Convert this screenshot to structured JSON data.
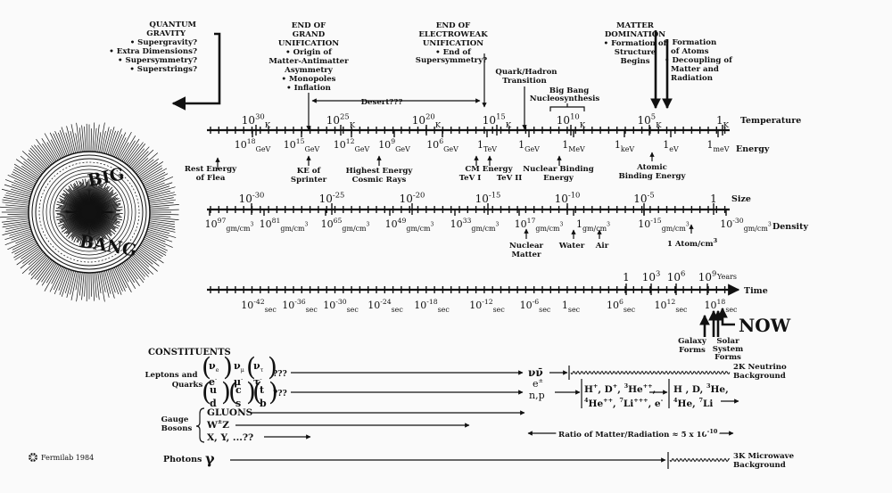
{
  "labels": {
    "quantum_gravity": [
      "QUANTUM",
      "GRAVITY",
      "• Supergravity?",
      "• Extra Dimensions?",
      "• Supersymmetry?",
      "• Superstrings?"
    ],
    "grand_unification": [
      "END OF",
      "GRAND",
      "UNIFICATION",
      "• Origin of",
      "Matter-Antimatter",
      "Asymmetry",
      "• Monopoles",
      "• Inflation"
    ],
    "electroweak": [
      "END OF",
      "ELECTROWEAK",
      "UNIFICATION",
      "• End of",
      "Supersymmetry?"
    ],
    "matter_domination": [
      "MATTER",
      "DOMINATION",
      "• Formation of",
      "Structure",
      "Begins"
    ],
    "atoms": [
      "• Formation",
      "of Atoms",
      "• Decoupling of",
      "Matter and",
      "Radiation"
    ],
    "quark_hadron": [
      "Quark/Hadron",
      "Transition"
    ],
    "nucleosynthesis": [
      "Big Bang",
      "Nucleosynthesis"
    ],
    "desert": "Desert???",
    "flea": [
      "Rest Energy",
      "of Flea"
    ],
    "sprinter": [
      "KE of",
      "Sprinter"
    ],
    "cosmic_rays": [
      "Highest Energy",
      "Cosmic Rays"
    ],
    "cm_energy": [
      "CM Energy",
      "TeV I"
    ],
    "tev2": "TeV II",
    "nuclear_binding": [
      "Nuclear Binding",
      "Energy"
    ],
    "atomic_binding": [
      "Atomic",
      "Binding Energy"
    ],
    "nuclear_matter": [
      "Nuclear",
      "Matter"
    ],
    "water": "Water",
    "air": "Air",
    "atom_per_cm3": "1 Atom/cm",
    "galaxy": [
      "Galaxy",
      "Forms"
    ],
    "solar": [
      "Solar",
      "System",
      "Forms"
    ],
    "now": "NOW",
    "big": "BIG",
    "bang": "BANG",
    "fermilab": "Fermilab 1984"
  },
  "axes": {
    "temperature": {
      "title": "Temperature",
      "ticks": [
        {
          "m": "10",
          "e": "30",
          "u": "K"
        },
        {
          "m": "10",
          "e": "25",
          "u": "K"
        },
        {
          "m": "10",
          "e": "20",
          "u": "K"
        },
        {
          "m": "10",
          "e": "15",
          "u": "K"
        },
        {
          "m": "10",
          "e": "10",
          "u": "K"
        },
        {
          "m": "10",
          "e": "5",
          "u": "K"
        },
        {
          "m": "1",
          "e": "",
          "u": "K"
        }
      ]
    },
    "energy": {
      "title": "Energy",
      "ticks": [
        {
          "m": "10",
          "e": "18",
          "u": "GeV"
        },
        {
          "m": "10",
          "e": "15",
          "u": "GeV"
        },
        {
          "m": "10",
          "e": "12",
          "u": "GeV"
        },
        {
          "m": "10",
          "e": "9",
          "u": "GeV"
        },
        {
          "m": "10",
          "e": "6",
          "u": "GeV"
        },
        {
          "m": "1",
          "e": "",
          "u": "TeV"
        },
        {
          "m": "1",
          "e": "",
          "u": "GeV"
        },
        {
          "m": "1",
          "e": "",
          "u": "MeV"
        },
        {
          "m": "1",
          "e": "",
          "u": "keV"
        },
        {
          "m": "1",
          "e": "",
          "u": "eV"
        },
        {
          "m": "1",
          "e": "",
          "u": "meV"
        }
      ]
    },
    "size": {
      "title": "Size",
      "ticks": [
        {
          "m": "10",
          "e": "-30"
        },
        {
          "m": "10",
          "e": "-25"
        },
        {
          "m": "10",
          "e": "-20"
        },
        {
          "m": "10",
          "e": "-15"
        },
        {
          "m": "10",
          "e": "-10"
        },
        {
          "m": "10",
          "e": "-5"
        },
        {
          "m": "1",
          "e": ""
        }
      ]
    },
    "density": {
      "title": "Density",
      "ticks": [
        {
          "m": "10",
          "e": "97",
          "u": "gm/cm",
          "e2": "3"
        },
        {
          "m": "10",
          "e": "81",
          "u": "gm/cm",
          "e2": "3"
        },
        {
          "m": "10",
          "e": "65",
          "u": "gm/cm",
          "e2": "3"
        },
        {
          "m": "10",
          "e": "49",
          "u": "gm/cm",
          "e2": "3"
        },
        {
          "m": "10",
          "e": "33",
          "u": "gm/cm",
          "e2": "3"
        },
        {
          "m": "10",
          "e": "17",
          "u": "gm/cm",
          "e2": "3"
        },
        {
          "m": "1",
          "e": "",
          "u": "gm/cm",
          "e2": "3"
        },
        {
          "m": "10",
          "e": "-15",
          "u": "gm/cm",
          "e2": "3"
        },
        {
          "m": "10",
          "e": "-30",
          "u": "gm/cm",
          "e2": "3"
        }
      ]
    },
    "time": {
      "title": "Time",
      "ticks": [
        {
          "m": "10",
          "e": "-42",
          "u": "sec"
        },
        {
          "m": "10",
          "e": "-36",
          "u": "sec"
        },
        {
          "m": "10",
          "e": "-30",
          "u": "sec"
        },
        {
          "m": "10",
          "e": "-24",
          "u": "sec"
        },
        {
          "m": "10",
          "e": "-18",
          "u": "sec"
        },
        {
          "m": "10",
          "e": "-12",
          "u": "sec"
        },
        {
          "m": "10",
          "e": "-6",
          "u": "sec"
        },
        {
          "m": "1",
          "e": "",
          "u": "sec"
        },
        {
          "m": "10",
          "e": "6",
          "u": "sec"
        },
        {
          "m": "10",
          "e": "12",
          "u": "sec"
        },
        {
          "m": "10",
          "e": "18",
          "u": "sec"
        }
      ]
    },
    "years": {
      "title": "Years",
      "ticks": [
        {
          "m": "1",
          "e": ""
        },
        {
          "m": "10",
          "e": "3"
        },
        {
          "m": "10",
          "e": "6"
        },
        {
          "m": "10",
          "e": "9"
        }
      ]
    }
  },
  "constituents": {
    "title": "CONSTITUENTS",
    "leptons_quarks": [
      "Leptons and",
      "Quarks"
    ],
    "lepton_nu": [
      "ν",
      "ν",
      "ν"
    ],
    "lepton_sub": [
      "e",
      "μ",
      "τ"
    ],
    "lepton_low": [
      "e",
      "μ",
      "τ"
    ],
    "quark_top": [
      "u",
      "c",
      "t"
    ],
    "quark_bot": [
      "d",
      "s",
      "b"
    ],
    "qqq": "???",
    "nu_pair": "νν̄",
    "e_plus": "e",
    "np": "n,p",
    "ions": [
      "H",
      ", D",
      ", ",
      "He"
    ],
    "ions2": [
      "He",
      ", ",
      "Li",
      ", e"
    ],
    "atoms1": "H , D, ",
    "atoms1_he": "He,",
    "atoms2": "He, ",
    "atoms2_li": "Li",
    "neutrino_bg": [
      "2K Neutrino",
      "Background"
    ],
    "gauge_bosons": [
      "Gauge",
      "Bosons"
    ],
    "gluons": "GLUONS",
    "wz": "W",
    "wz2": "Z",
    "xy": "X, Y, ...??",
    "ratio": "Ratio of Matter/Radiation ≈ 5 x 10",
    "ratio_exp": "-10",
    "photons": "Photons",
    "gamma": "γ",
    "microwave_bg": [
      "3K Microwave",
      "Background"
    ]
  }
}
